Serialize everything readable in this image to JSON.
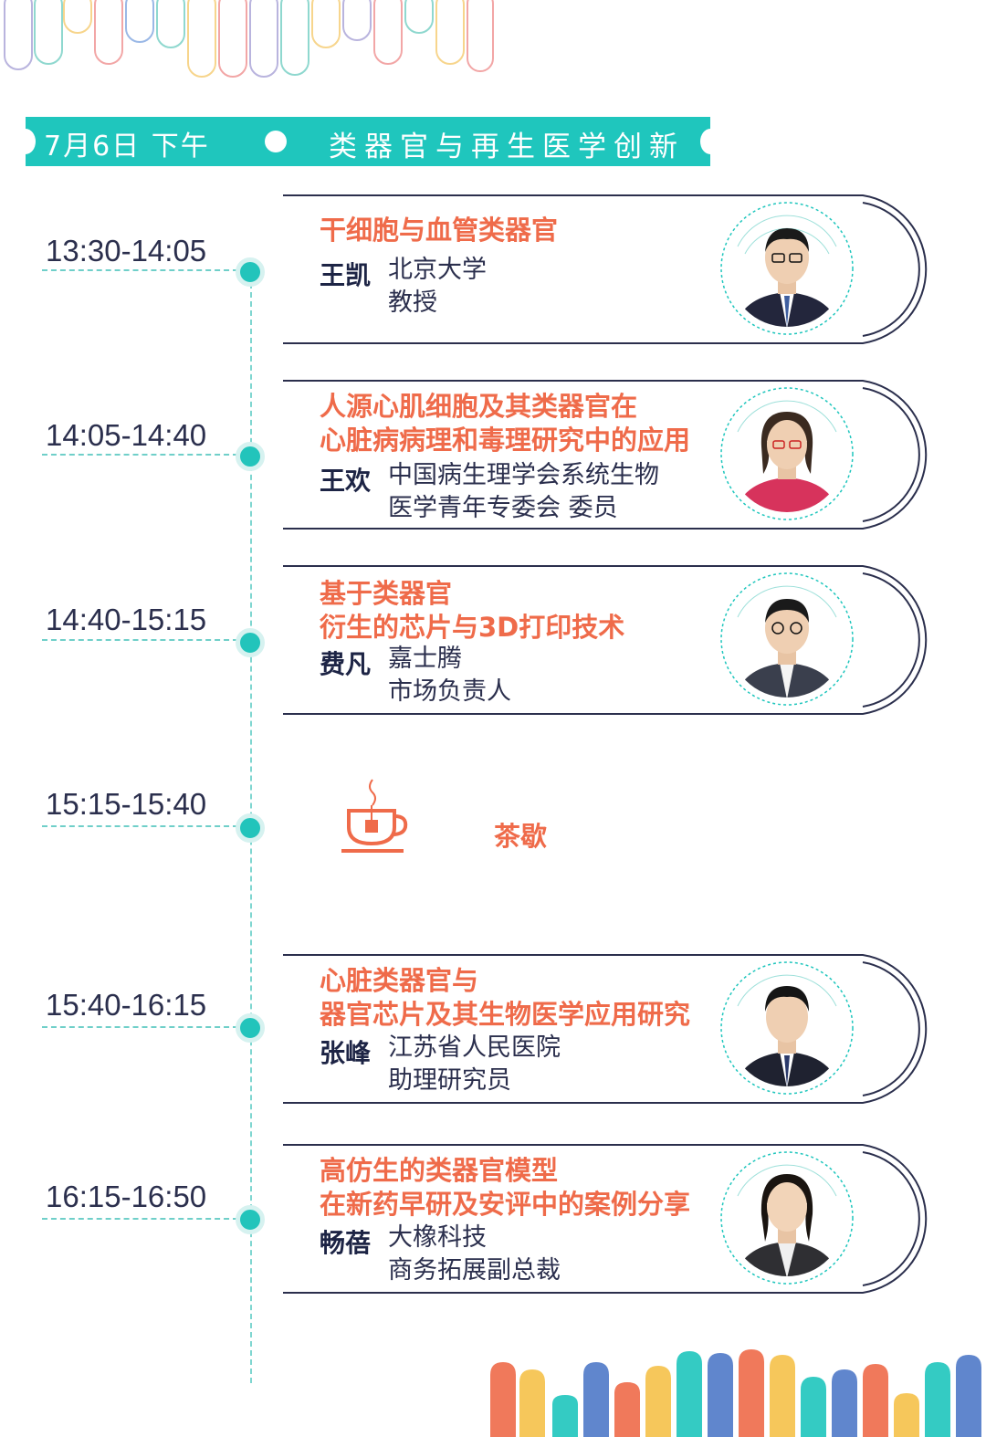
{
  "header": {
    "date": "7月6日 下午",
    "title": "类器官与再生医学创新"
  },
  "sessions": [
    {
      "time": "13:30-14:05",
      "topic_lines": [
        "干细胞与血管类器官"
      ],
      "speaker": "王凯",
      "affiliation_lines": [
        "北京大学",
        "教授"
      ],
      "photo_colors": {
        "shirt": "#23263c",
        "tie": "#3f5fa0"
      }
    },
    {
      "time": "14:05-14:40",
      "topic_lines": [
        "人源心肌细胞及其类器官在",
        "心脏病病理和毒理研究中的应用"
      ],
      "speaker": "王欢",
      "affiliation_lines": [
        "中国病生理学会系统生物",
        "医学青年专委会  委员"
      ],
      "photo_colors": {
        "shirt": "#d7335c",
        "tie": "#d7335c"
      }
    },
    {
      "time": "14:40-15:15",
      "topic_lines": [
        "基于类器官",
        "衍生的芯片与3D打印技术"
      ],
      "speaker": "费凡",
      "affiliation_lines": [
        "嘉士腾",
        "市场负责人"
      ],
      "photo_colors": {
        "shirt": "#3a3f4d",
        "tie": "#f5f5f5"
      }
    },
    {
      "time": "15:40-16:15",
      "topic_lines": [
        "心脏类器官与",
        "器官芯片及其生物医学应用研究"
      ],
      "speaker": "张峰",
      "affiliation_lines": [
        "江苏省人民医院",
        "助理研究员"
      ],
      "photo_colors": {
        "shirt": "#1f2230",
        "tie": "#2b3a6b"
      }
    },
    {
      "time": "16:15-16:50",
      "topic_lines": [
        "高仿生的类器官模型",
        "在新药早研及安评中的案例分享"
      ],
      "speaker": "畅蓓",
      "affiliation_lines": [
        "大橡科技",
        "商务拓展副总裁"
      ],
      "photo_colors": {
        "shirt": "#2f2f33",
        "tie": "#f0f0f0"
      }
    }
  ],
  "break": {
    "time": "15:15-15:40",
    "label": "茶歇",
    "icon": "teacup-icon"
  },
  "colors": {
    "teal": "#1fc6bd",
    "orange": "#ef6b4a",
    "navy": "#1d2445",
    "frame": "#2b2f4d"
  }
}
